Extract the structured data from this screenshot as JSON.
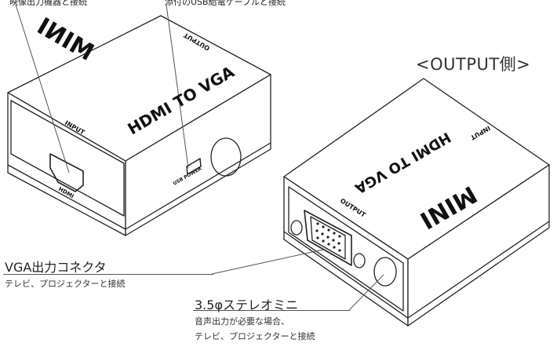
{
  "top_captions": {
    "left": "映像出力機器と接続",
    "right": "添付のUSB給電ケーブルと接続"
  },
  "side_label": "<OUTPUT側>",
  "device_left": {
    "brand": "MINI",
    "model": "HDMI TO VGA",
    "face_label_top": "OUTPUT",
    "face_label_input": "INPUT",
    "port_label_hdmi": "HDMI",
    "port_label_usb": "USB POWER"
  },
  "device_right": {
    "brand": "MINI",
    "model": "HDMI TO VGA",
    "face_label_input": "INPUT",
    "face_label_output": "OUTPUT"
  },
  "callouts": {
    "vga": {
      "title": "VGA出力コネクタ",
      "desc": "テレビ、プロジェクターと接続"
    },
    "audio": {
      "title": "3.5φステレオミニ",
      "desc_line1": "音声出力が必要な場合、",
      "desc_line2": "テレビ、プロジェクターと接続"
    }
  },
  "colors": {
    "stroke": "#222222",
    "fill": "#ffffff",
    "line": "#555555"
  }
}
